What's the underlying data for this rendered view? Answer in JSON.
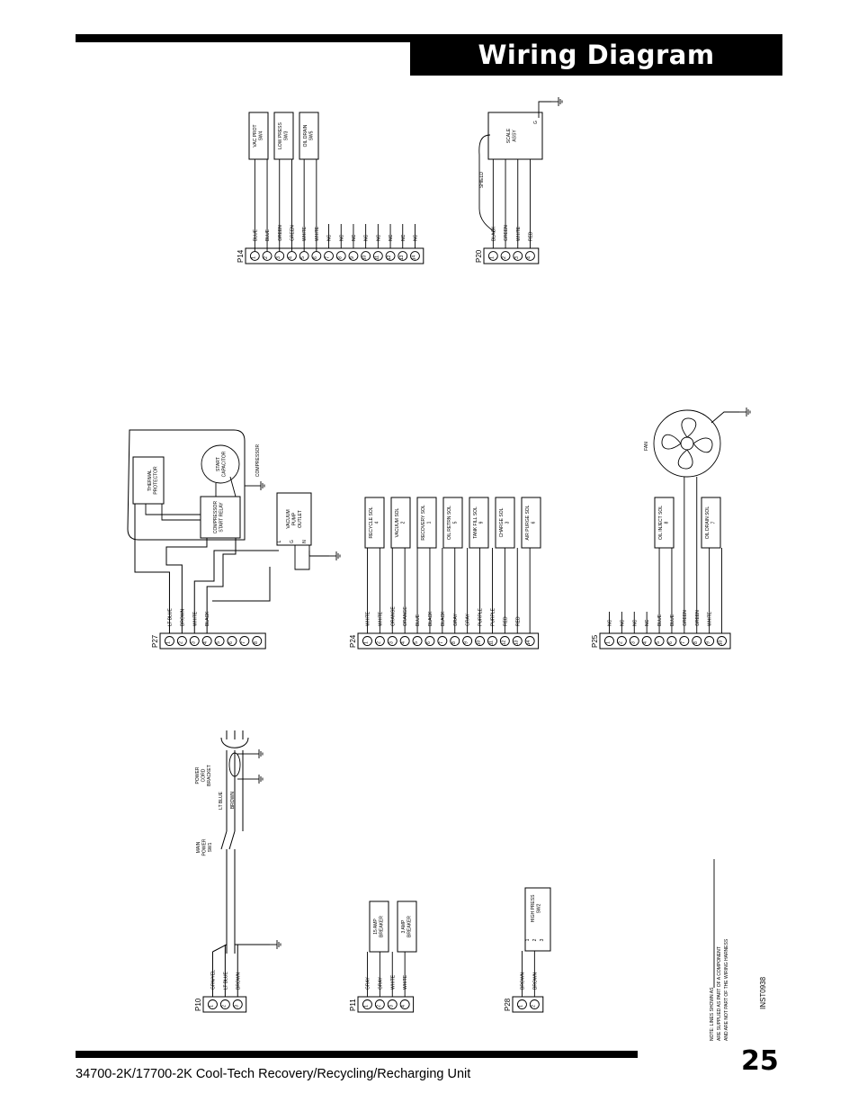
{
  "header": {
    "title": "Wiring Diagram"
  },
  "footer": {
    "manual_title": "34700-2K/17700-2K Cool-Tech Recovery/Recycling/Recharging Unit",
    "page_number": "25"
  },
  "figure": {
    "code": "INST0938",
    "note_line1": "NOTE: LINES SHOWN AS",
    "note_line2": "ARE SUPPLIED AS PART OF A COMPONENT",
    "note_line3": "AND ARE NOT PART OF THE WIRING HARNESS"
  },
  "p14": {
    "label": "P14",
    "components": [
      "VAC PROT SW4",
      "LOW PRESS SW3",
      "OIL DRAIN SW5"
    ],
    "wires": [
      "BLUE",
      "BLUE",
      "GREEN",
      "GREEN",
      "WHITE",
      "WHITE",
      "NC",
      "NC",
      "NC",
      "NC",
      "NC",
      "NC",
      "NC",
      "NC"
    ],
    "pins": [
      "1",
      "2",
      "3",
      "4",
      "5",
      "6",
      "7",
      "8",
      "9",
      "10",
      "11",
      "12",
      "13",
      "14"
    ]
  },
  "p20": {
    "label": "P20",
    "component": "SCALE ASSY",
    "ground_label": "G",
    "shield_label": "SHIELD",
    "wires": [
      "BLACK",
      "GREEN",
      "WHITE",
      "RED"
    ],
    "pins": [
      "1",
      "2",
      "3",
      "4"
    ]
  },
  "p27": {
    "label": "P27",
    "wires": [
      "LT BLUE",
      "BROWN",
      "WHITE",
      "BLACK"
    ],
    "pins": [
      "1",
      "2",
      "3",
      "4",
      "5",
      "6",
      "7",
      "8"
    ],
    "thermal_protector": "THERMAL PROTECTOR",
    "start_relay": "COMPRESSOR START RELAY",
    "start_capacitor": "START CAPACITOR",
    "compressor": "COMPRESSOR",
    "vacuum_pump": "VACUUM PUMP OUTLET",
    "outlet_terminals": [
      "L",
      "G",
      "N"
    ]
  },
  "p24": {
    "label": "P24",
    "solenoids": [
      "RECYCLE SOL 4",
      "VACUUM SOL 2",
      "RECOVERY SOL 1",
      "OIL RETRN SOL 5",
      "TANK FILL SOL 9",
      "CHARGE SOL 3",
      "AIR PURGE SOL 6"
    ],
    "wires": [
      "WHITE",
      "WHITE",
      "ORANGE",
      "ORANGE",
      "BLUE",
      "BLACK",
      "BLACK",
      "GRAY",
      "GRAY",
      "PURPLE",
      "PURPLE",
      "RED",
      "RED"
    ],
    "pins": [
      "1",
      "2",
      "3",
      "4",
      "5",
      "6",
      "7",
      "8",
      "9",
      "10",
      "11",
      "12",
      "13",
      "14"
    ]
  },
  "p25": {
    "label": "P25",
    "components": [
      "OIL INJECT SOL 8",
      "OIL DRAIN SOL 7"
    ],
    "fan": "FAN",
    "wires": [
      "NC",
      "NC",
      "NC",
      "NC",
      "BLUE",
      "BLUE",
      "GREEN",
      "GREEN",
      "WHITE"
    ],
    "pins": [
      "1",
      "2",
      "3",
      "4",
      "5",
      "6",
      "7",
      "8",
      "9",
      "10"
    ]
  },
  "p10": {
    "label": "P10",
    "power_cord": "POWER CORD BRACKET",
    "main_power": "MAIN POWER SW1",
    "upper_wires": [
      "LT BLUE",
      "BROWN"
    ],
    "wires": [
      "GRN/YEL",
      "LT BLUE",
      "BROWN"
    ],
    "pins": [
      "1",
      "2",
      "3"
    ]
  },
  "p11": {
    "label": "P11",
    "breakers": [
      "15 AMP BREAKER",
      "3 AMP BREAKER"
    ],
    "wires": [
      "GRAY",
      "GRAY",
      "WHITE",
      "WHITE"
    ],
    "pins": [
      "1",
      "2",
      "3",
      "4"
    ]
  },
  "p28": {
    "label": "P28",
    "component": "HIGH PRESS SW2",
    "switch_terminals": [
      "1",
      "2",
      "3"
    ],
    "wires": [
      "BROWN",
      "BROWN"
    ],
    "pins": [
      "1",
      "2"
    ]
  }
}
